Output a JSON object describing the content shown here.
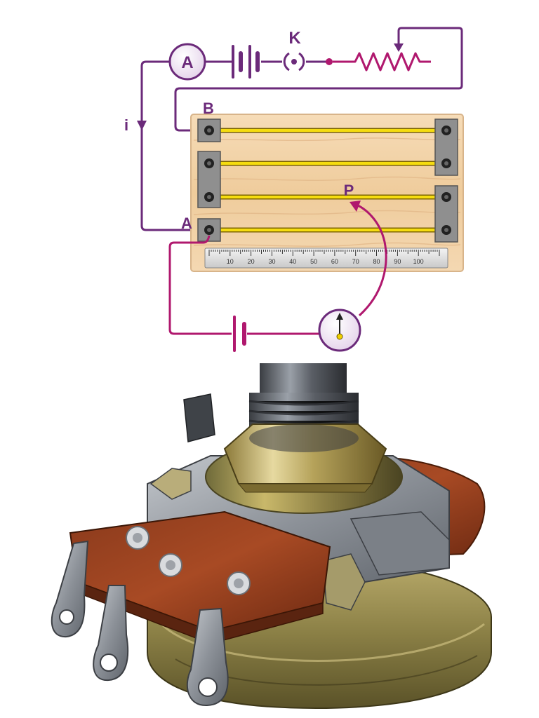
{
  "labels": {
    "ammeter": "A",
    "key": "K",
    "current": "i",
    "terminal_b": "B",
    "terminal_a": "A",
    "jockey_point": "P"
  },
  "scale_ticks": [
    "10",
    "20",
    "30",
    "40",
    "50",
    "60",
    "70",
    "80",
    "90",
    "100"
  ],
  "colors": {
    "primary_circuit": "#6b2a7a",
    "secondary_circuit": "#b0186e",
    "rheostat": "#b0186e",
    "wire": "#e8c800",
    "board": "#f1d2a8"
  },
  "icons": [
    "ammeter-icon",
    "battery-icon",
    "key-icon",
    "rheostat-icon",
    "galvanometer-icon",
    "cell-icon",
    "potentiometer-component-image"
  ]
}
